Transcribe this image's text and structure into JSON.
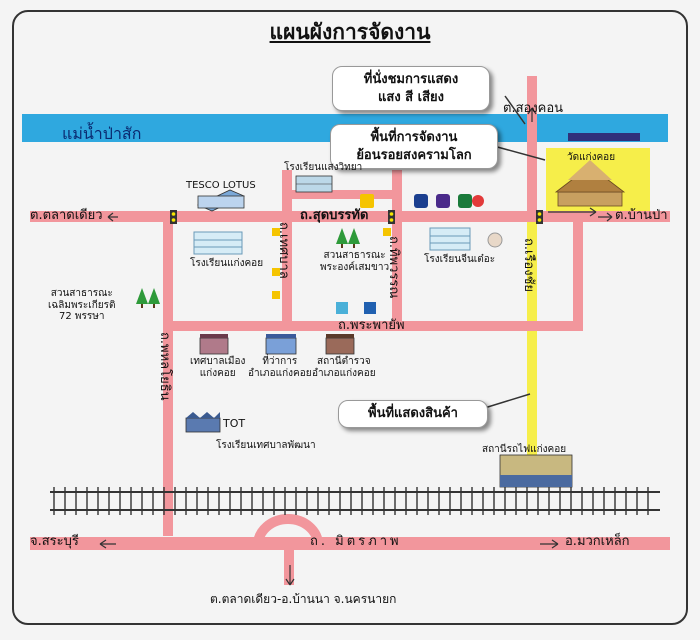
{
  "title": "แผนผังการจัดงาน",
  "river": "แม่น้ำป่าสัก",
  "roads": {
    "talat_diao_west": "ต.ตลาดเดียว",
    "sutbanthat": "ถ.สุดบรรทัด",
    "ban_pa": "ต.บ้านป่า",
    "thetsaban": "ถ.เทศบาล",
    "tipawan": "ถ.ทิพวรรณ",
    "phaholyothin": "ถ.พหลโยธิน",
    "phraphai": "ถ.พระพายัพ",
    "rueang_chai": "ถ.เรืองชัย",
    "mittraphap": "ถ. มิตรภาพ",
    "song_khon": "ต.สองคอน",
    "saraburi": "จ.สระบุรี",
    "muak_lek": "อ.มวกเหล็ก",
    "bottom_dest": "ต.ตลาดเดียว-อ.บ้านนา จ.นครนายก"
  },
  "callouts": {
    "show_area": "ที่นั่งชมการแสดง\nแสง สี เสียง",
    "event_area": "พื้นที่การจัดงาน\nย้อนรอยสงครามโลก",
    "sales_area": "พื้นที่แสดงสินค้า"
  },
  "places": {
    "tesco": "TESCO LOTUS",
    "rongrian_saeng": "โรงเรียนแสงวิทยา",
    "rongrian_kaeng": "โรงเรียนแก่งคอย",
    "suan_phra": "สวนสาธารณะ\nพระองค์เสมขาว",
    "rongrian_jin": "โรงเรียนจีนเต๋อะ",
    "wat": "วัดแก่งคอย",
    "suan_chaloem": "สวนสาธารณะ\nเฉลิมพระเกียรติ\n72 พรรษา",
    "thetsaban_muang": "เทศบาลเมือง\nแก่งคอย",
    "amphoe": "ที่ว่าการ\nอำเภอแก่งคอย",
    "police": "สถานีตำรวจ\nอำเภอแก่งคอย",
    "tot": "TOT",
    "rongrian_phatthana": "โรงเรียนเทศบาลพัฒนา",
    "station": "สถานีรถไฟแก่งคอย"
  },
  "colors": {
    "road": "#f2969c",
    "river": "#2fa8df",
    "highlight": "#f6ee4a",
    "frame": "#333333"
  }
}
